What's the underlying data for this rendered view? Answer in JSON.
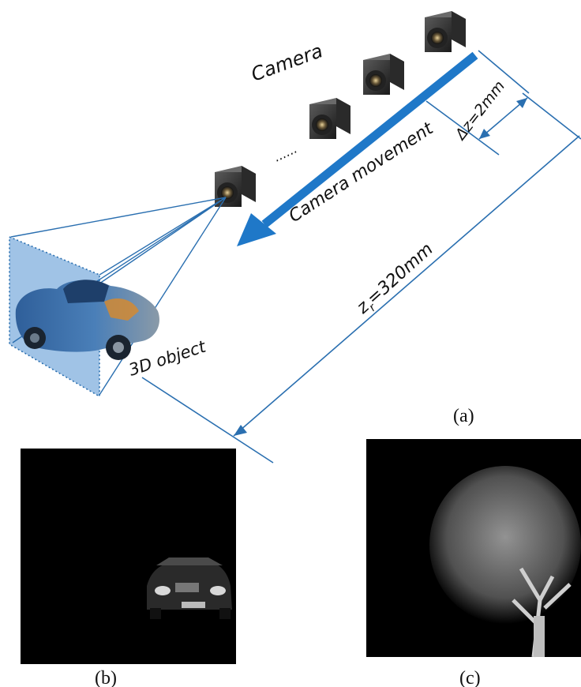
{
  "labels": {
    "camera": "Camera",
    "movement": "Camera movement",
    "delta_z": "Δz=2mm",
    "z_dist_prefix": "z",
    "z_dist_sub": "r",
    "z_dist_suffix": "=320mm",
    "object": "3D object",
    "ellipsis": "......"
  },
  "captions": {
    "a": "(a)",
    "b": "(b)",
    "c": "(c)"
  },
  "colors": {
    "line": "#2a6fb0",
    "arrow": "#1f78c8",
    "plane": "#8fb8e2",
    "background_panels": "#000000"
  }
}
